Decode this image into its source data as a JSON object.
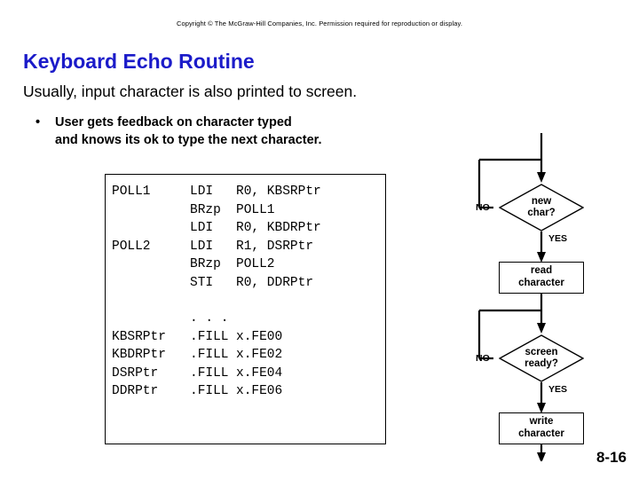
{
  "copyright": "Copyright © The McGraw-Hill Companies, Inc. Permission required for reproduction or display.",
  "title": "Keyboard Echo Routine",
  "subtitle": "Usually, input character is also printed to screen.",
  "bullet": {
    "marker": "•",
    "line1": "User gets feedback on character typed",
    "line2": "and knows its ok to type the next character."
  },
  "code": {
    "rows": [
      {
        "label": "POLL1",
        "op": "LDI",
        "args": "R0, KBSRPtr"
      },
      {
        "label": "",
        "op": "BRzp",
        "args": "POLL1"
      },
      {
        "label": "",
        "op": "LDI",
        "args": "R0, KBDRPtr"
      },
      {
        "label": "POLL2",
        "op": "LDI",
        "args": "R1, DSRPtr"
      },
      {
        "label": "",
        "op": "BRzp",
        "args": "POLL2"
      },
      {
        "label": "",
        "op": "STI",
        "args": "R0, DDRPtr"
      },
      {
        "label": "",
        "op": "",
        "args": ""
      },
      {
        "label": "",
        "op": ". . .",
        "args": ""
      },
      {
        "label": "KBSRPtr",
        "op": ".FILL",
        "args": "x.FE00"
      },
      {
        "label": "KBDRPtr",
        "op": ".FILL",
        "args": "x.FE02"
      },
      {
        "label": "DSRPtr",
        "op": ".FILL",
        "args": "x.FE04"
      },
      {
        "label": "DDRPtr",
        "op": ".FILL",
        "args": "x.FE06"
      }
    ]
  },
  "flow": {
    "decision1": {
      "line1": "new",
      "line2": "char?"
    },
    "decision1_no": "NO",
    "decision1_yes": "YES",
    "process1": {
      "line1": "read",
      "line2": "character"
    },
    "decision2": {
      "line1": "screen",
      "line2": "ready?"
    },
    "decision2_no": "NO",
    "decision2_yes": "YES",
    "process2": {
      "line1": "write",
      "line2": "character"
    }
  },
  "page_number": "8-16",
  "colors": {
    "title": "#1b1bc9",
    "text": "#000000",
    "background": "#ffffff"
  }
}
